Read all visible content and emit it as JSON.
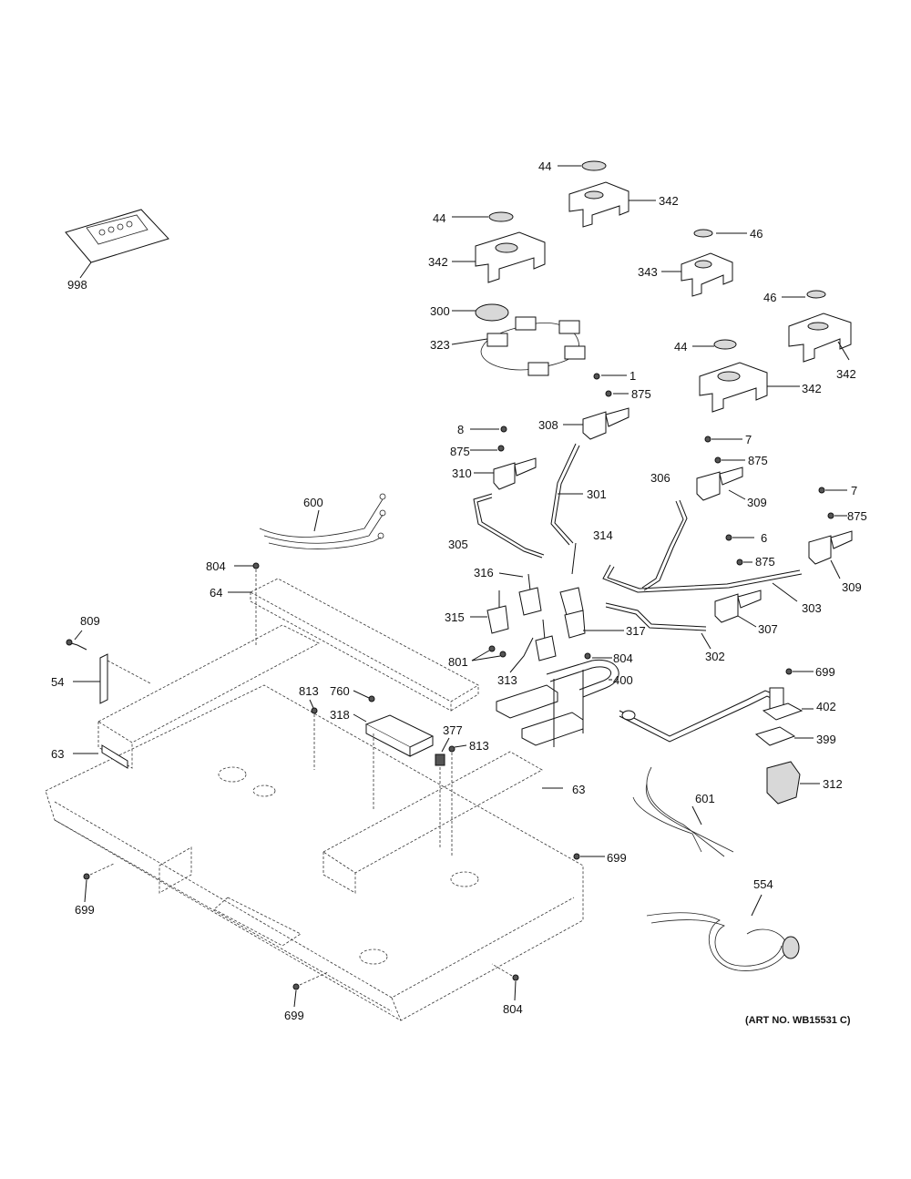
{
  "diagram": {
    "art_number": "(ART NO. WB15531 C)",
    "callouts": [
      {
        "id": "c998",
        "text": "998"
      },
      {
        "id": "c44a",
        "text": "44"
      },
      {
        "id": "c342a",
        "text": "342"
      },
      {
        "id": "c44b",
        "text": "44"
      },
      {
        "id": "c342b",
        "text": "342"
      },
      {
        "id": "c46a",
        "text": "46"
      },
      {
        "id": "c343",
        "text": "343"
      },
      {
        "id": "c46b",
        "text": "46"
      },
      {
        "id": "c342c",
        "text": "342"
      },
      {
        "id": "c44c",
        "text": "44"
      },
      {
        "id": "c342d",
        "text": "342"
      },
      {
        "id": "c300",
        "text": "300"
      },
      {
        "id": "c323",
        "text": "323"
      },
      {
        "id": "c1",
        "text": "1"
      },
      {
        "id": "c875a",
        "text": "875"
      },
      {
        "id": "c308",
        "text": "308"
      },
      {
        "id": "c8",
        "text": "8"
      },
      {
        "id": "c875b",
        "text": "875"
      },
      {
        "id": "c310",
        "text": "310"
      },
      {
        "id": "c7a",
        "text": "7"
      },
      {
        "id": "c875c",
        "text": "875"
      },
      {
        "id": "c306",
        "text": "306"
      },
      {
        "id": "c309a",
        "text": "309"
      },
      {
        "id": "c301",
        "text": "301"
      },
      {
        "id": "c7b",
        "text": "7"
      },
      {
        "id": "c875d",
        "text": "875"
      },
      {
        "id": "c600",
        "text": "600"
      },
      {
        "id": "c305",
        "text": "305"
      },
      {
        "id": "c314",
        "text": "314"
      },
      {
        "id": "c6",
        "text": "6"
      },
      {
        "id": "c875e",
        "text": "875"
      },
      {
        "id": "c309b",
        "text": "309"
      },
      {
        "id": "c804a",
        "text": "804"
      },
      {
        "id": "c64",
        "text": "64"
      },
      {
        "id": "c316",
        "text": "316"
      },
      {
        "id": "c303",
        "text": "303"
      },
      {
        "id": "c809",
        "text": "809"
      },
      {
        "id": "c315",
        "text": "315"
      },
      {
        "id": "c317",
        "text": "317"
      },
      {
        "id": "c307",
        "text": "307"
      },
      {
        "id": "c801",
        "text": "801"
      },
      {
        "id": "c804b",
        "text": "804"
      },
      {
        "id": "c302",
        "text": "302"
      },
      {
        "id": "c54",
        "text": "54"
      },
      {
        "id": "c313",
        "text": "313"
      },
      {
        "id": "c400",
        "text": "400"
      },
      {
        "id": "c699a",
        "text": "699"
      },
      {
        "id": "c813a",
        "text": "813"
      },
      {
        "id": "c760",
        "text": "760"
      },
      {
        "id": "c318",
        "text": "318"
      },
      {
        "id": "c402",
        "text": "402"
      },
      {
        "id": "c377",
        "text": "377"
      },
      {
        "id": "c399",
        "text": "399"
      },
      {
        "id": "c63a",
        "text": "63"
      },
      {
        "id": "c813b",
        "text": "813"
      },
      {
        "id": "c312",
        "text": "312"
      },
      {
        "id": "c63b",
        "text": "63"
      },
      {
        "id": "c601",
        "text": "601"
      },
      {
        "id": "c699b",
        "text": "699"
      },
      {
        "id": "c699c",
        "text": "699"
      },
      {
        "id": "c554",
        "text": "554"
      },
      {
        "id": "c699d",
        "text": "699"
      },
      {
        "id": "c804c",
        "text": "804"
      }
    ]
  }
}
